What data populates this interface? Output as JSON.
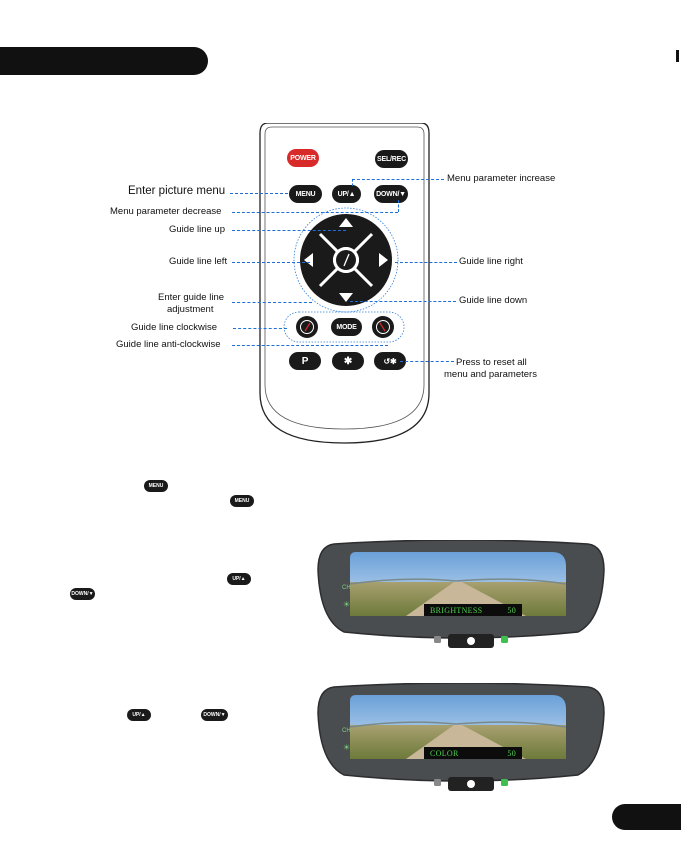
{
  "remote": {
    "buttons": {
      "power": "POWER",
      "sel_rec": "SEL/REC",
      "menu": "MENU",
      "up": "UP/▲",
      "down": "DOWN/▼",
      "mode": "MODE",
      "p": "P",
      "star": "✱",
      "reset": "↺✱"
    },
    "power_color": "#d92a2a"
  },
  "annotations": {
    "enter_picture_menu": "Enter picture menu",
    "menu_param_decrease": "Menu parameter decrease",
    "guide_line_up": "Guide line up",
    "guide_line_left": "Guide line left",
    "enter_guide_line_adjustment_1": "Enter guide line",
    "enter_guide_line_adjustment_2": "adjustment",
    "guide_line_clockwise": "Guide line clockwise",
    "guide_line_anticlockwise": "Guide line anti-clockwise",
    "menu_param_increase": "Menu parameter increase",
    "guide_line_right": "Guide line right",
    "guide_line_down": "Guide line down",
    "press_to_reset_1": "Press to reset all",
    "press_to_reset_2": "menu and parameters"
  },
  "inline_icons": {
    "menu": "MENU",
    "up": "UP/▲",
    "down": "DOWN/▼"
  },
  "mirrors": [
    {
      "osd_label": "BRIGHTNESS",
      "osd_value": "50",
      "side_label": "CH"
    },
    {
      "osd_label": "COLOR",
      "osd_value": "50",
      "side_label": "CH"
    }
  ],
  "accent_color": "#1b6fd6"
}
